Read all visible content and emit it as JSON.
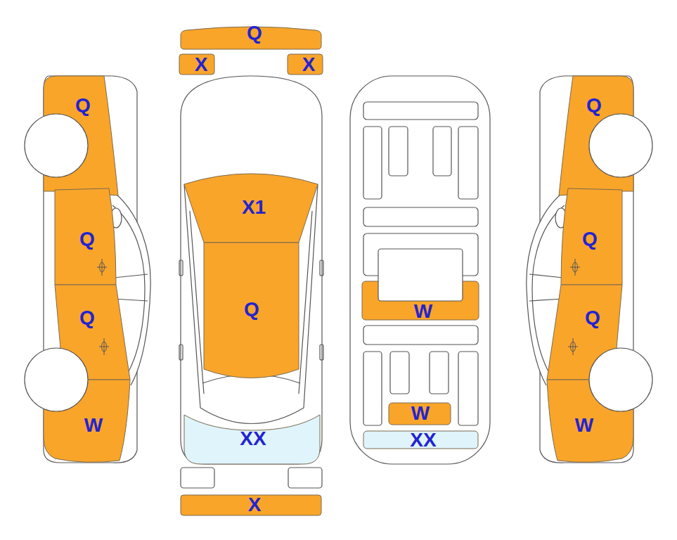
{
  "diagram": {
    "nodes": [
      {
        "text": [
          "Q"
        ]
      },
      {
        "text": [
          "X"
        ]
      },
      {
        "text": [
          "X"
        ]
      },
      {
        "text": [
          "Q"
        ]
      },
      {
        "text": [
          "Q"
        ]
      },
      {
        "text": [
          "Q"
        ]
      },
      {
        "text": [
          "W"
        ]
      },
      {
        "text": [
          "X1"
        ]
      },
      {
        "text": [
          "Q"
        ]
      },
      {
        "text": [
          "XX"
        ]
      },
      {
        "text": [
          "W"
        ]
      },
      {
        "text": [
          "W"
        ]
      },
      {
        "text": [
          "XX"
        ]
      },
      {
        "text": [
          "Q"
        ]
      },
      {
        "text": [
          "Q"
        ]
      },
      {
        "text": [
          "Q"
        ]
      },
      {
        "text": [
          "W"
        ]
      },
      {
        "text": [
          "X"
        ]
      }
    ]
  }
}
